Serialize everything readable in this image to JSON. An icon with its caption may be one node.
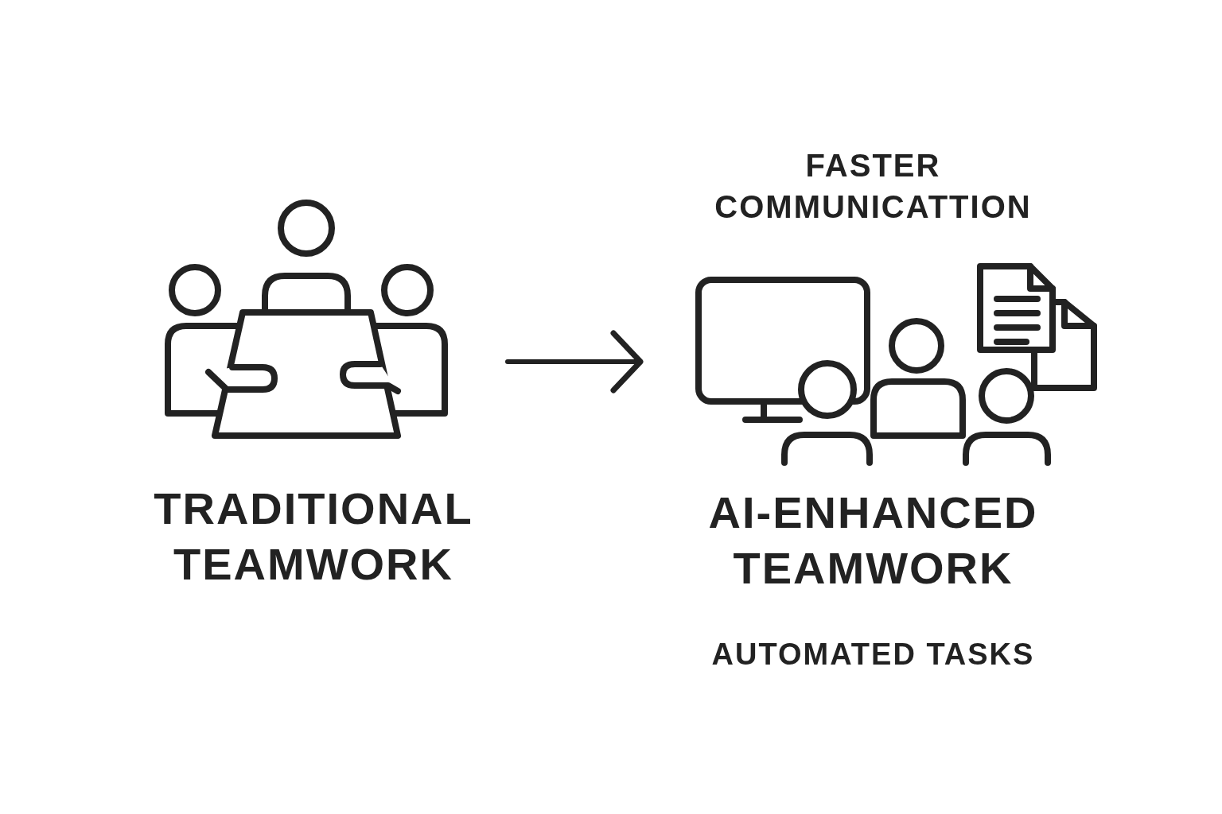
{
  "diagram": {
    "nodes": [
      {
        "text": [
          "TRADITIONAL TEAMWORK"
        ]
      },
      {
        "text": [
          "AI-ENHANCED TEAMWORK"
        ],
        "beside": [
          "FASTER COMMUNICATTION",
          "AUTOMATED TASKS"
        ]
      }
    ],
    "edges": [
      {
        "from": 0,
        "to": 1,
        "arrow": "to"
      }
    ]
  }
}
